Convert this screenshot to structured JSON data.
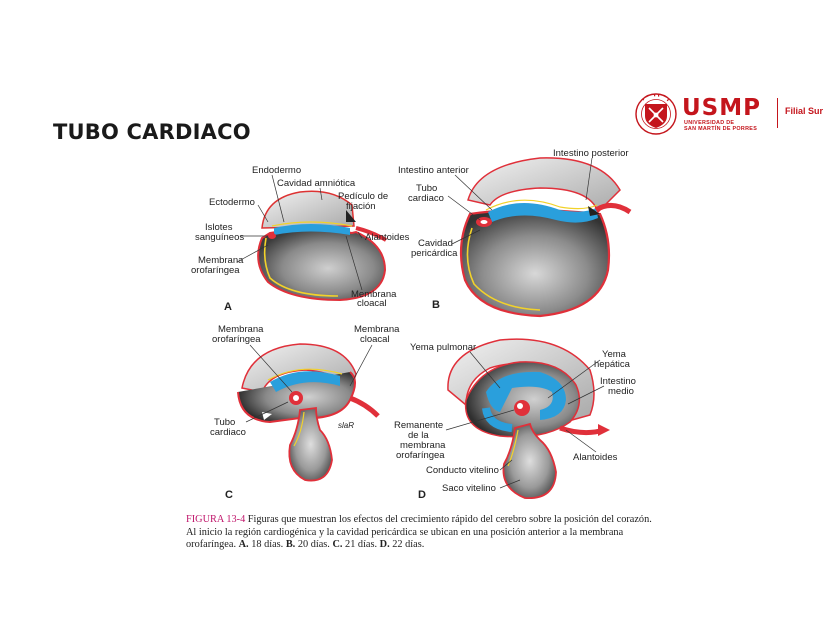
{
  "slide": {
    "title": "TUBO CARDIACO"
  },
  "logo": {
    "name": "USMP",
    "line1": "UNIVERSIDAD DE",
    "line2": "SAN MARTÍN DE PORRES",
    "branch": "Filial Sur",
    "seal_text": "VERITAS LIBERABIT VOS",
    "accent_color": "#c4151c"
  },
  "figure": {
    "panels": {
      "A": {
        "letter": "A",
        "labels": {
          "endodermo": "Endodermo",
          "cavidad_amniotica": "Cavidad amniótica",
          "ectodermo": "Ectodermo",
          "pediculo_1": "Pedículo de",
          "pediculo_2": "fijación",
          "islotes_1": "Islotes",
          "islotes_2": "sanguíneos",
          "alantoides": "Alantoides",
          "membrana_oro_1": "Membrana",
          "membrana_oro_2": "orofaríngea",
          "membrana_clo_1": "Membrana",
          "membrana_clo_2": "cloacal"
        }
      },
      "B": {
        "letter": "B",
        "labels": {
          "intestino_posterior": "Intestino posterior",
          "intestino_anterior": "Intestino anterior",
          "tubo_1": "Tubo",
          "tubo_2": "cardiaco",
          "cavidad_1": "Cavidad",
          "cavidad_2": "pericárdica"
        }
      },
      "C": {
        "letter": "C",
        "labels": {
          "membrana_oro_1": "Membrana",
          "membrana_oro_2": "orofaríngea",
          "membrana_clo_1": "Membrana",
          "membrana_clo_2": "cloacal",
          "tubo_1": "Tubo",
          "tubo_2": "cardiaco",
          "signature": "slaR"
        }
      },
      "D": {
        "letter": "D",
        "labels": {
          "yema_pulmonar": "Yema pulmonar",
          "yema_hepatica_1": "Yema",
          "yema_hepatica_2": "hepática",
          "intestino_medio_1": "Intestino",
          "intestino_medio_2": "medio",
          "remanente_1": "Remanente",
          "remanente_2": "de la",
          "remanente_3": "membrana",
          "remanente_4": "orofaríngea",
          "alantoides": "Alantoides",
          "conducto_vitelino": "Conducto vitelino",
          "saco_vitelino": "Saco vitelino"
        }
      }
    },
    "caption": {
      "label": "FIGURA 13-4",
      "text1": " Figuras que muestran los efectos del crecimiento rápido del cerebro sobre la posición del corazón. Al inicio la región cardiogénica y la cavidad pericárdica se ubican en una posición anterior a la membrana orofaríngea. ",
      "a": "A.",
      "a_text": " 18 días. ",
      "b": "B.",
      "b_text": " 20 días. ",
      "c": "C.",
      "c_text": " 21 días. ",
      "d": "D.",
      "d_text": " 22 días."
    },
    "colors": {
      "ectoderm_red": "#e0303a",
      "endoderm_yellow": "#f2d22a",
      "blue": "#2a9fdc",
      "body_gray": "#8a8a8a"
    }
  }
}
